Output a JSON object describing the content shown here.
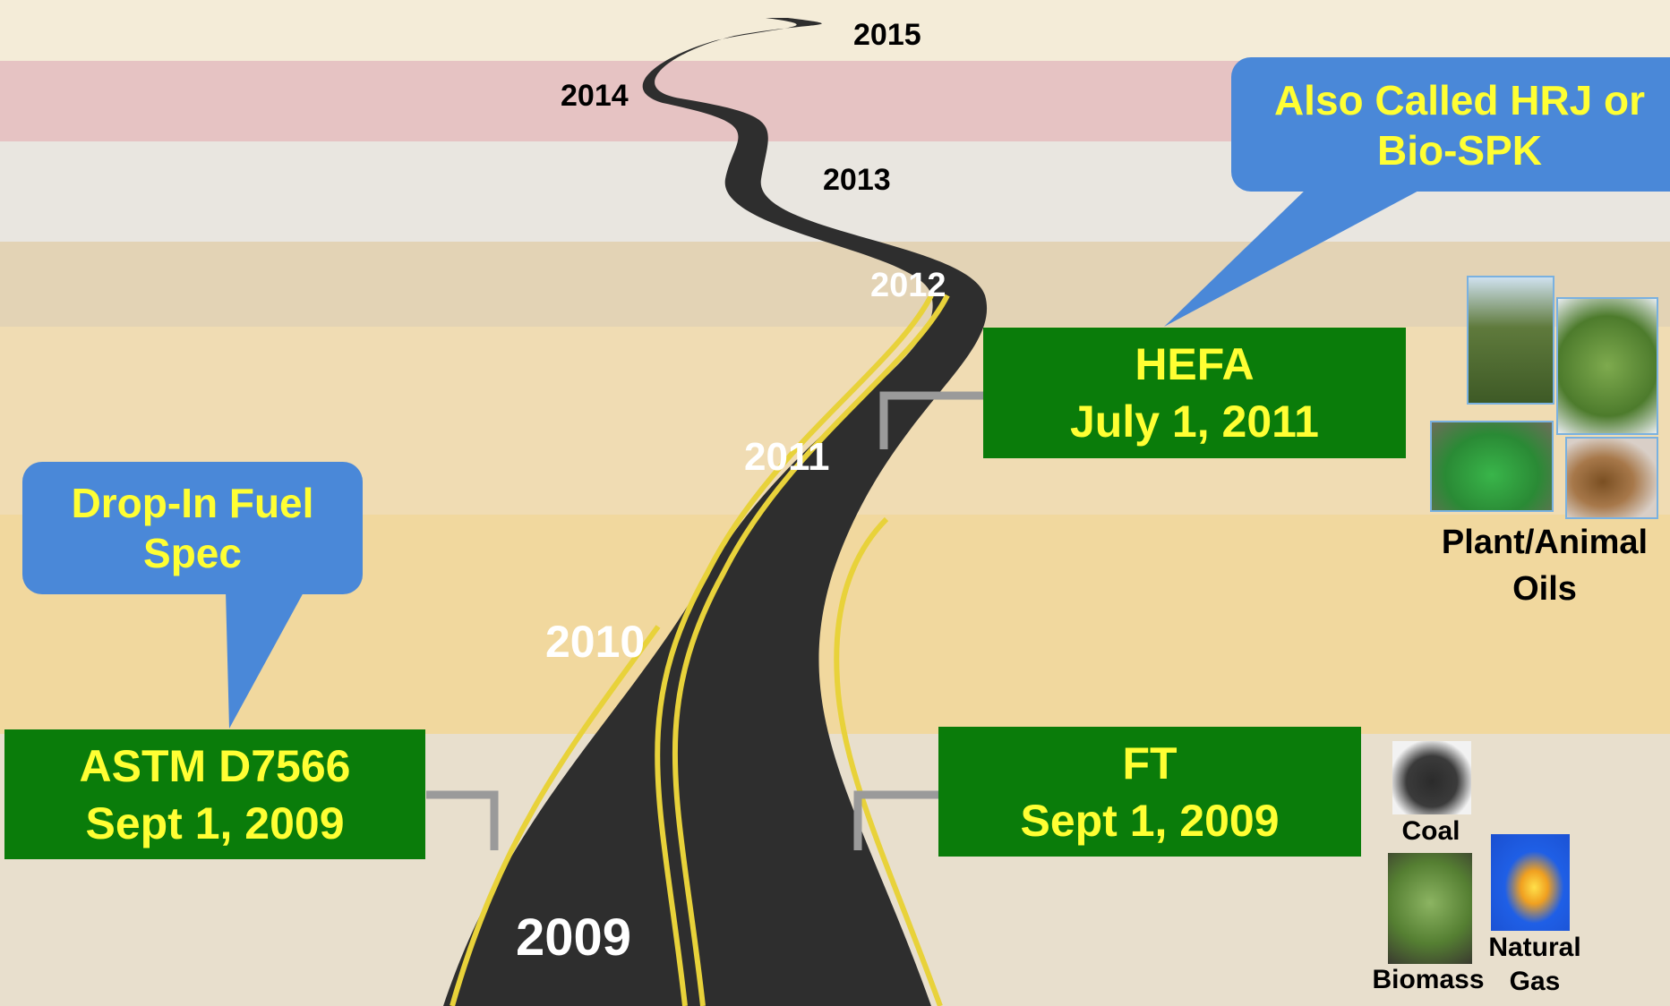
{
  "years": {
    "y2015": "2015",
    "y2014": "2014",
    "y2013": "2013",
    "y2012": "2012",
    "y2011": "2011",
    "y2010": "2010",
    "y2009": "2009"
  },
  "milestones": {
    "astm": {
      "line1": "ASTM D7566",
      "line2": "Sept 1, 2009"
    },
    "ft": {
      "line1": "FT",
      "line2": "Sept 1, 2009"
    },
    "hefa": {
      "line1": "HEFA",
      "line2": "July 1, 2011"
    }
  },
  "callouts": {
    "dropin": {
      "line1": "Drop-In Fuel",
      "line2": "Spec"
    },
    "hrj": {
      "line1": "Also Called HRJ or",
      "line2": "Bio-SPK"
    }
  },
  "feedstocks": {
    "oils_line1": "Plant/Animal",
    "oils_line2": "Oils",
    "coal": "Coal",
    "biomass": "Biomass",
    "gas_line1": "Natural",
    "gas_line2": "Gas"
  },
  "colors": {
    "box_green": "#0a7c0a",
    "box_text": "#ffff33",
    "callout_blue": "#4a88d8",
    "road": "#2e2e2e",
    "lane_yellow": "#e8d23a"
  }
}
